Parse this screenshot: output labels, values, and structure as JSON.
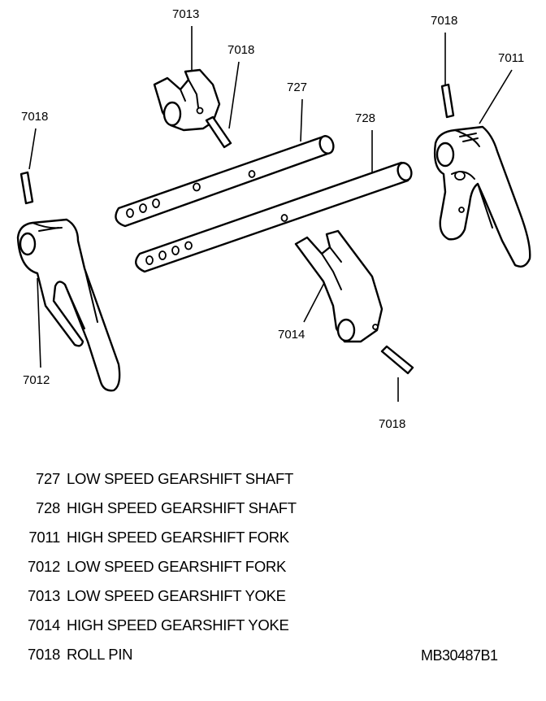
{
  "callouts": {
    "yoke_low": "7013",
    "pin_top_mid": "7018",
    "shaft_low": "727",
    "shaft_high": "728",
    "pin_top_right": "7018",
    "fork_high": "7011",
    "pin_left": "7018",
    "fork_low": "7012",
    "yoke_high": "7014",
    "pin_bottom": "7018"
  },
  "legend": [
    {
      "number": "727",
      "description": "LOW SPEED GEARSHIFT SHAFT"
    },
    {
      "number": "728",
      "description": "HIGH SPEED GEARSHIFT SHAFT"
    },
    {
      "number": "7011",
      "description": "HIGH SPEED GEARSHIFT FORK"
    },
    {
      "number": "7012",
      "description": "LOW SPEED GEARSHIFT FORK"
    },
    {
      "number": "7013",
      "description": "LOW SPEED GEARSHIFT YOKE"
    },
    {
      "number": "7014",
      "description": "HIGH SPEED GEARSHIFT YOKE"
    },
    {
      "number": "7018",
      "description": "ROLL PIN"
    }
  ],
  "figure_code": "MB30487B1"
}
